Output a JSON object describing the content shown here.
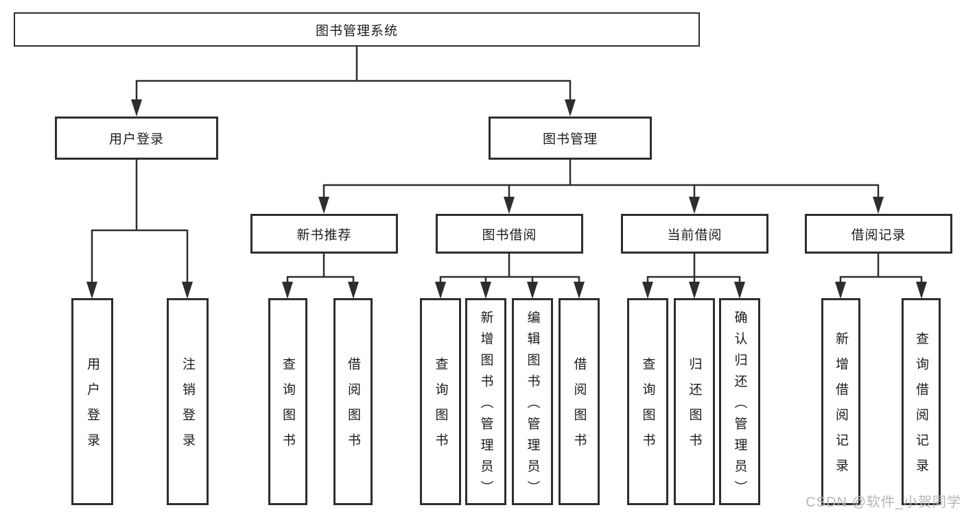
{
  "tree": {
    "root": {
      "label": "图书管理系统"
    },
    "branches": [
      {
        "label": "用户登录",
        "leaves": [
          {
            "label": "用户登录"
          },
          {
            "label": "注销登录"
          }
        ]
      },
      {
        "label": "图书管理",
        "children": [
          {
            "label": "新书推荐",
            "leaves": [
              {
                "label": "查询图书"
              },
              {
                "label": "借阅图书"
              }
            ]
          },
          {
            "label": "图书借阅",
            "leaves": [
              {
                "label": "查询图书"
              },
              {
                "label": "新增图书（管理员）"
              },
              {
                "label": "编辑图书（管理员）"
              },
              {
                "label": "借阅图书"
              }
            ]
          },
          {
            "label": "当前借阅",
            "leaves": [
              {
                "label": "查询图书"
              },
              {
                "label": "归还图书"
              },
              {
                "label": "确认归还（管理员）"
              }
            ]
          },
          {
            "label": "借阅记录",
            "leaves": [
              {
                "label": "新增借阅记录"
              },
              {
                "label": "查询借阅记录"
              }
            ]
          }
        ]
      }
    ]
  },
  "watermark": {
    "text": "CSDN @软件_小贺同学"
  },
  "colors": {
    "line": "#2d2d2d",
    "box_border": "#2d2d2d",
    "text": "#1b1b1b",
    "background": "#ffffff",
    "watermark": "#b5b5b5"
  }
}
